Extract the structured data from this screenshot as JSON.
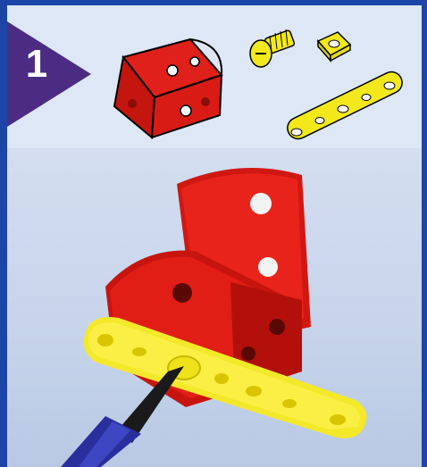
{
  "step": {
    "number": "1"
  },
  "parts": [
    {
      "name": "angle-bracket",
      "color": "#e0201a"
    },
    {
      "name": "screw",
      "color": "#f2e81c"
    },
    {
      "name": "square-nut",
      "color": "#f2e81c"
    },
    {
      "name": "perforated-strip",
      "color": "#f2e81c",
      "holes": 5
    }
  ],
  "photo": {
    "subject": "assembly",
    "bracket_color": "#e0201a",
    "strip_color": "#f2e81c",
    "screwdriver_color": "#2a2f9e"
  },
  "colors": {
    "frame": "#1d45a8",
    "badge": "#4b2c82",
    "panel": "#dde7f5"
  }
}
